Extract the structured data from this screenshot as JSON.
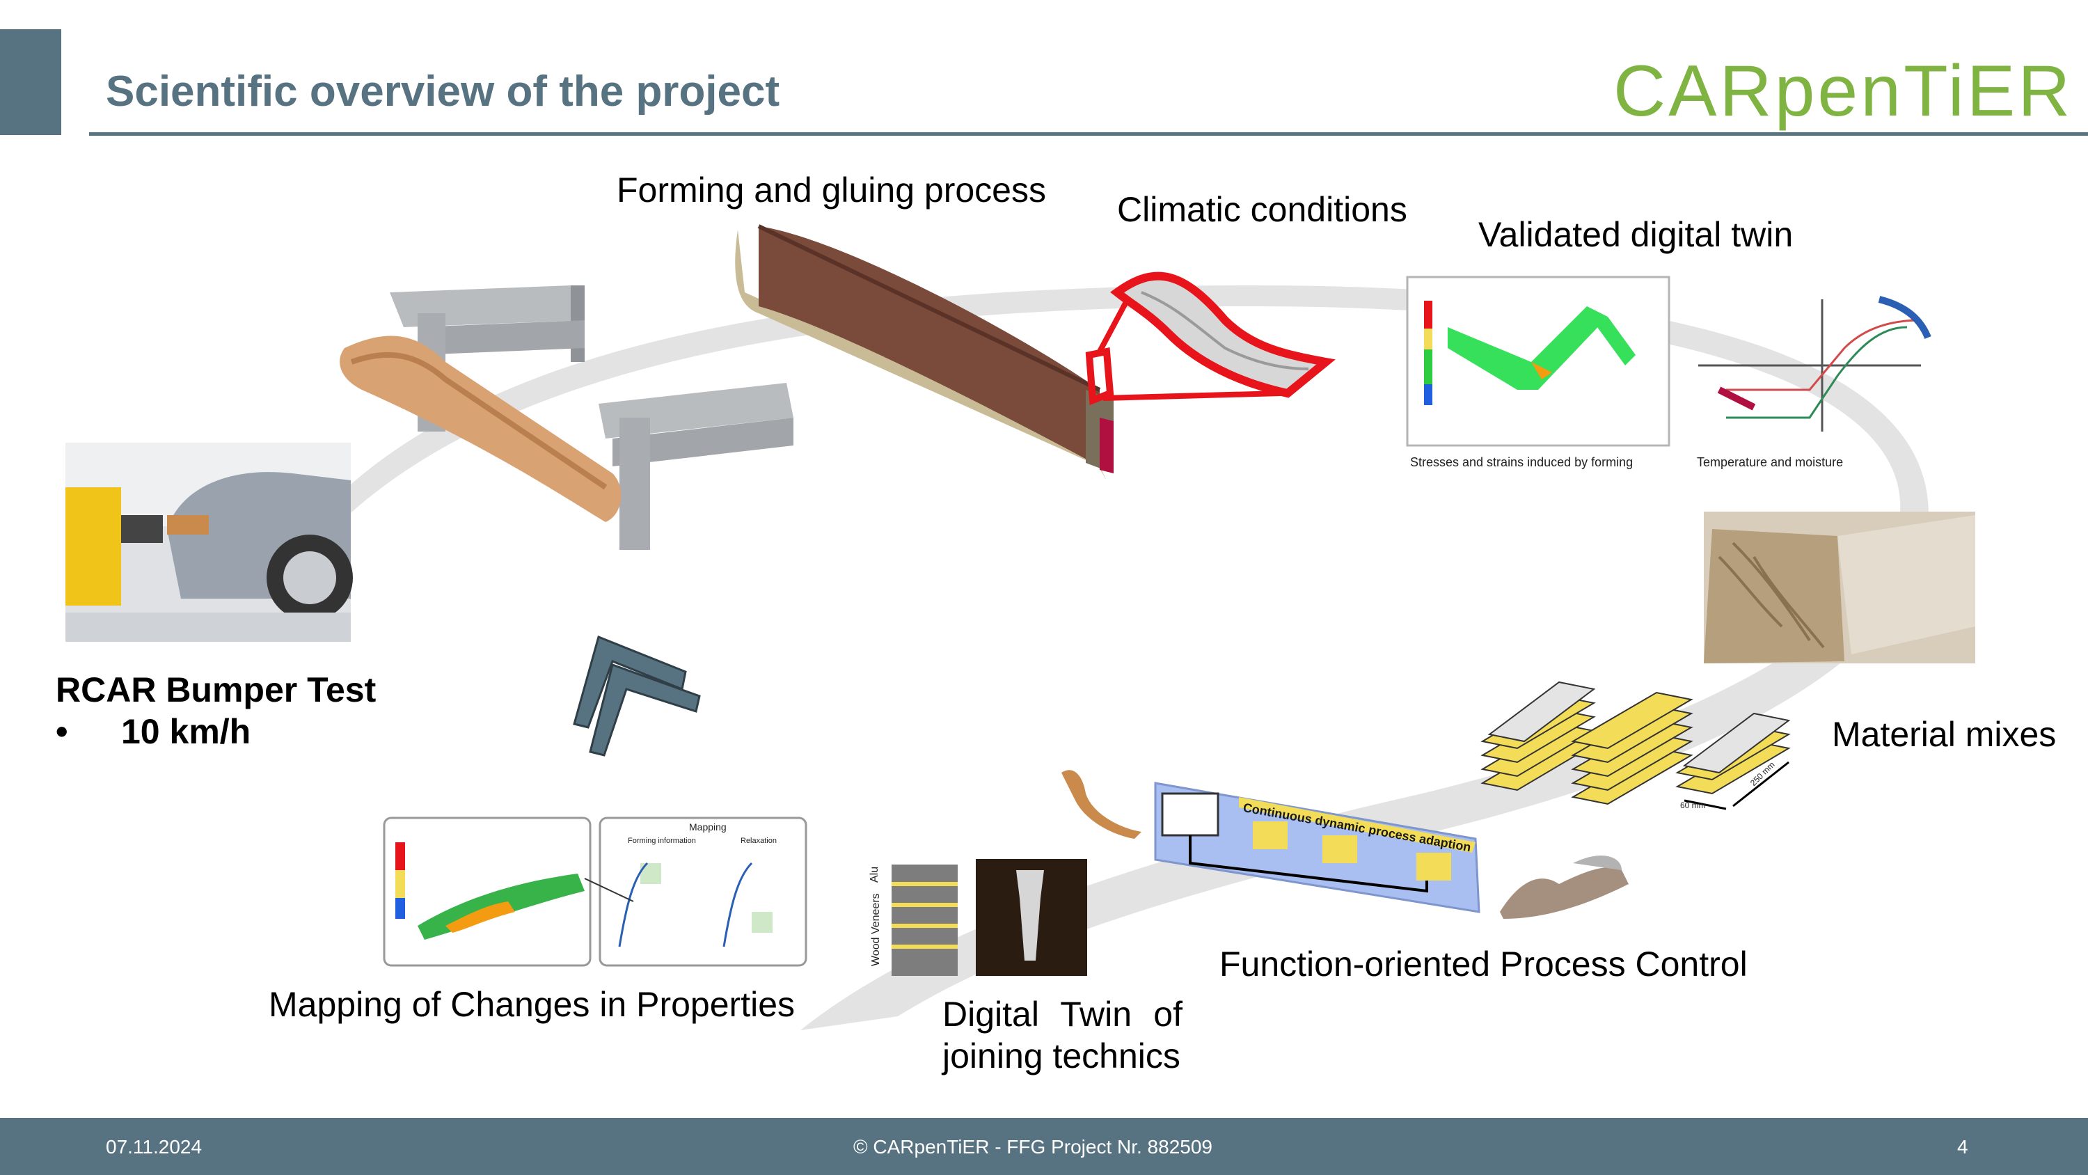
{
  "header": {
    "title": "Scientific overview of the project",
    "logo_text": "CARpenTiER"
  },
  "labels": {
    "forming_gluing": "Forming and gluing process",
    "climatic": "Climatic conditions",
    "validated_twin": "Validated digital twin",
    "rcar_title": "RCAR Bumper Test",
    "rcar_bullet": "•",
    "rcar_speed": "10 km/h",
    "material_mixes": "Material mixes",
    "function_control": "Function-oriented Process Control",
    "mapping_changes": "Mapping of Changes in Properties",
    "digital_twin_line1": "Digital Twin of",
    "digital_twin_line2": "joining technics"
  },
  "figures": {
    "stress_caption": "Stresses and strains induced by forming",
    "temp_caption": "Temperature and moisture",
    "process_banner": "Continuous dynamic process adaption",
    "mapping_title": "Mapping",
    "forming_information": "Forming information",
    "relaxation": "Relaxation",
    "alu": "Alu",
    "wood_veneers": "Wood Veneers",
    "dim_60": "60 mm",
    "dim_250": "250 mm"
  },
  "footer": {
    "date": "07.11.2024",
    "copyright": "© CARpenTiER - FFG Project Nr. 882509",
    "page": "4"
  },
  "colors": {
    "accent": "#577280",
    "logo_green": "#7fb342",
    "highlight_red": "#e8141b",
    "veneer_yellow": "#f2dc58",
    "process_blue": "#a9bff2"
  }
}
